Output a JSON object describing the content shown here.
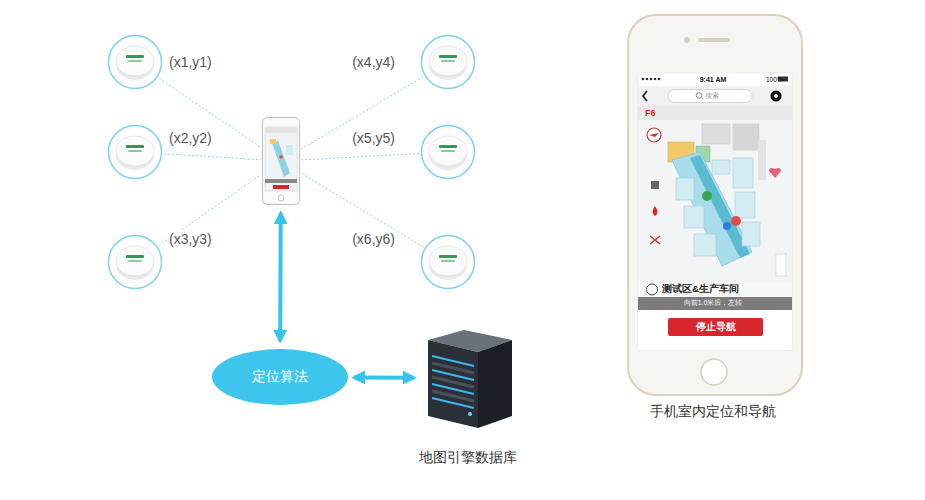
{
  "diagram": {
    "caption": "手机室内定位和导航",
    "nodes": [
      {
        "text": [
          "(x1,y1)"
        ]
      },
      {
        "text": [
          "(x4,y4)"
        ]
      },
      {
        "text": [
          "(x2,y2)"
        ]
      },
      {
        "text": []
      },
      {
        "text": [
          "(x5,y5)"
        ]
      },
      {
        "text": [
          "(x3,y3)"
        ]
      },
      {
        "text": [
          "(x6,y6)"
        ]
      },
      {
        "text": [
          "定位算法"
        ]
      },
      {
        "text": [
          "地图引擎数据库"
        ]
      },
      {
        "text": [
          "停止导航"
        ]
      }
    ],
    "edges": [
      {
        "from": 0,
        "to": 3,
        "arrow": "none"
      },
      {
        "from": 1,
        "to": 3,
        "arrow": "none"
      },
      {
        "from": 2,
        "to": 3,
        "arrow": "none"
      },
      {
        "from": 4,
        "to": 3,
        "arrow": "none"
      },
      {
        "from": 5,
        "to": 3,
        "arrow": "none"
      },
      {
        "from": 6,
        "to": 3,
        "arrow": "none"
      },
      {
        "from": 3,
        "to": 7,
        "arrow": "both"
      },
      {
        "from": 7,
        "to": 8,
        "arrow": "both"
      }
    ],
    "labels": [
      "9:41 AM",
      "100%",
      "搜索",
      "F6",
      "测试区&生产车间",
      "向前1.0米后，左转"
    ]
  }
}
